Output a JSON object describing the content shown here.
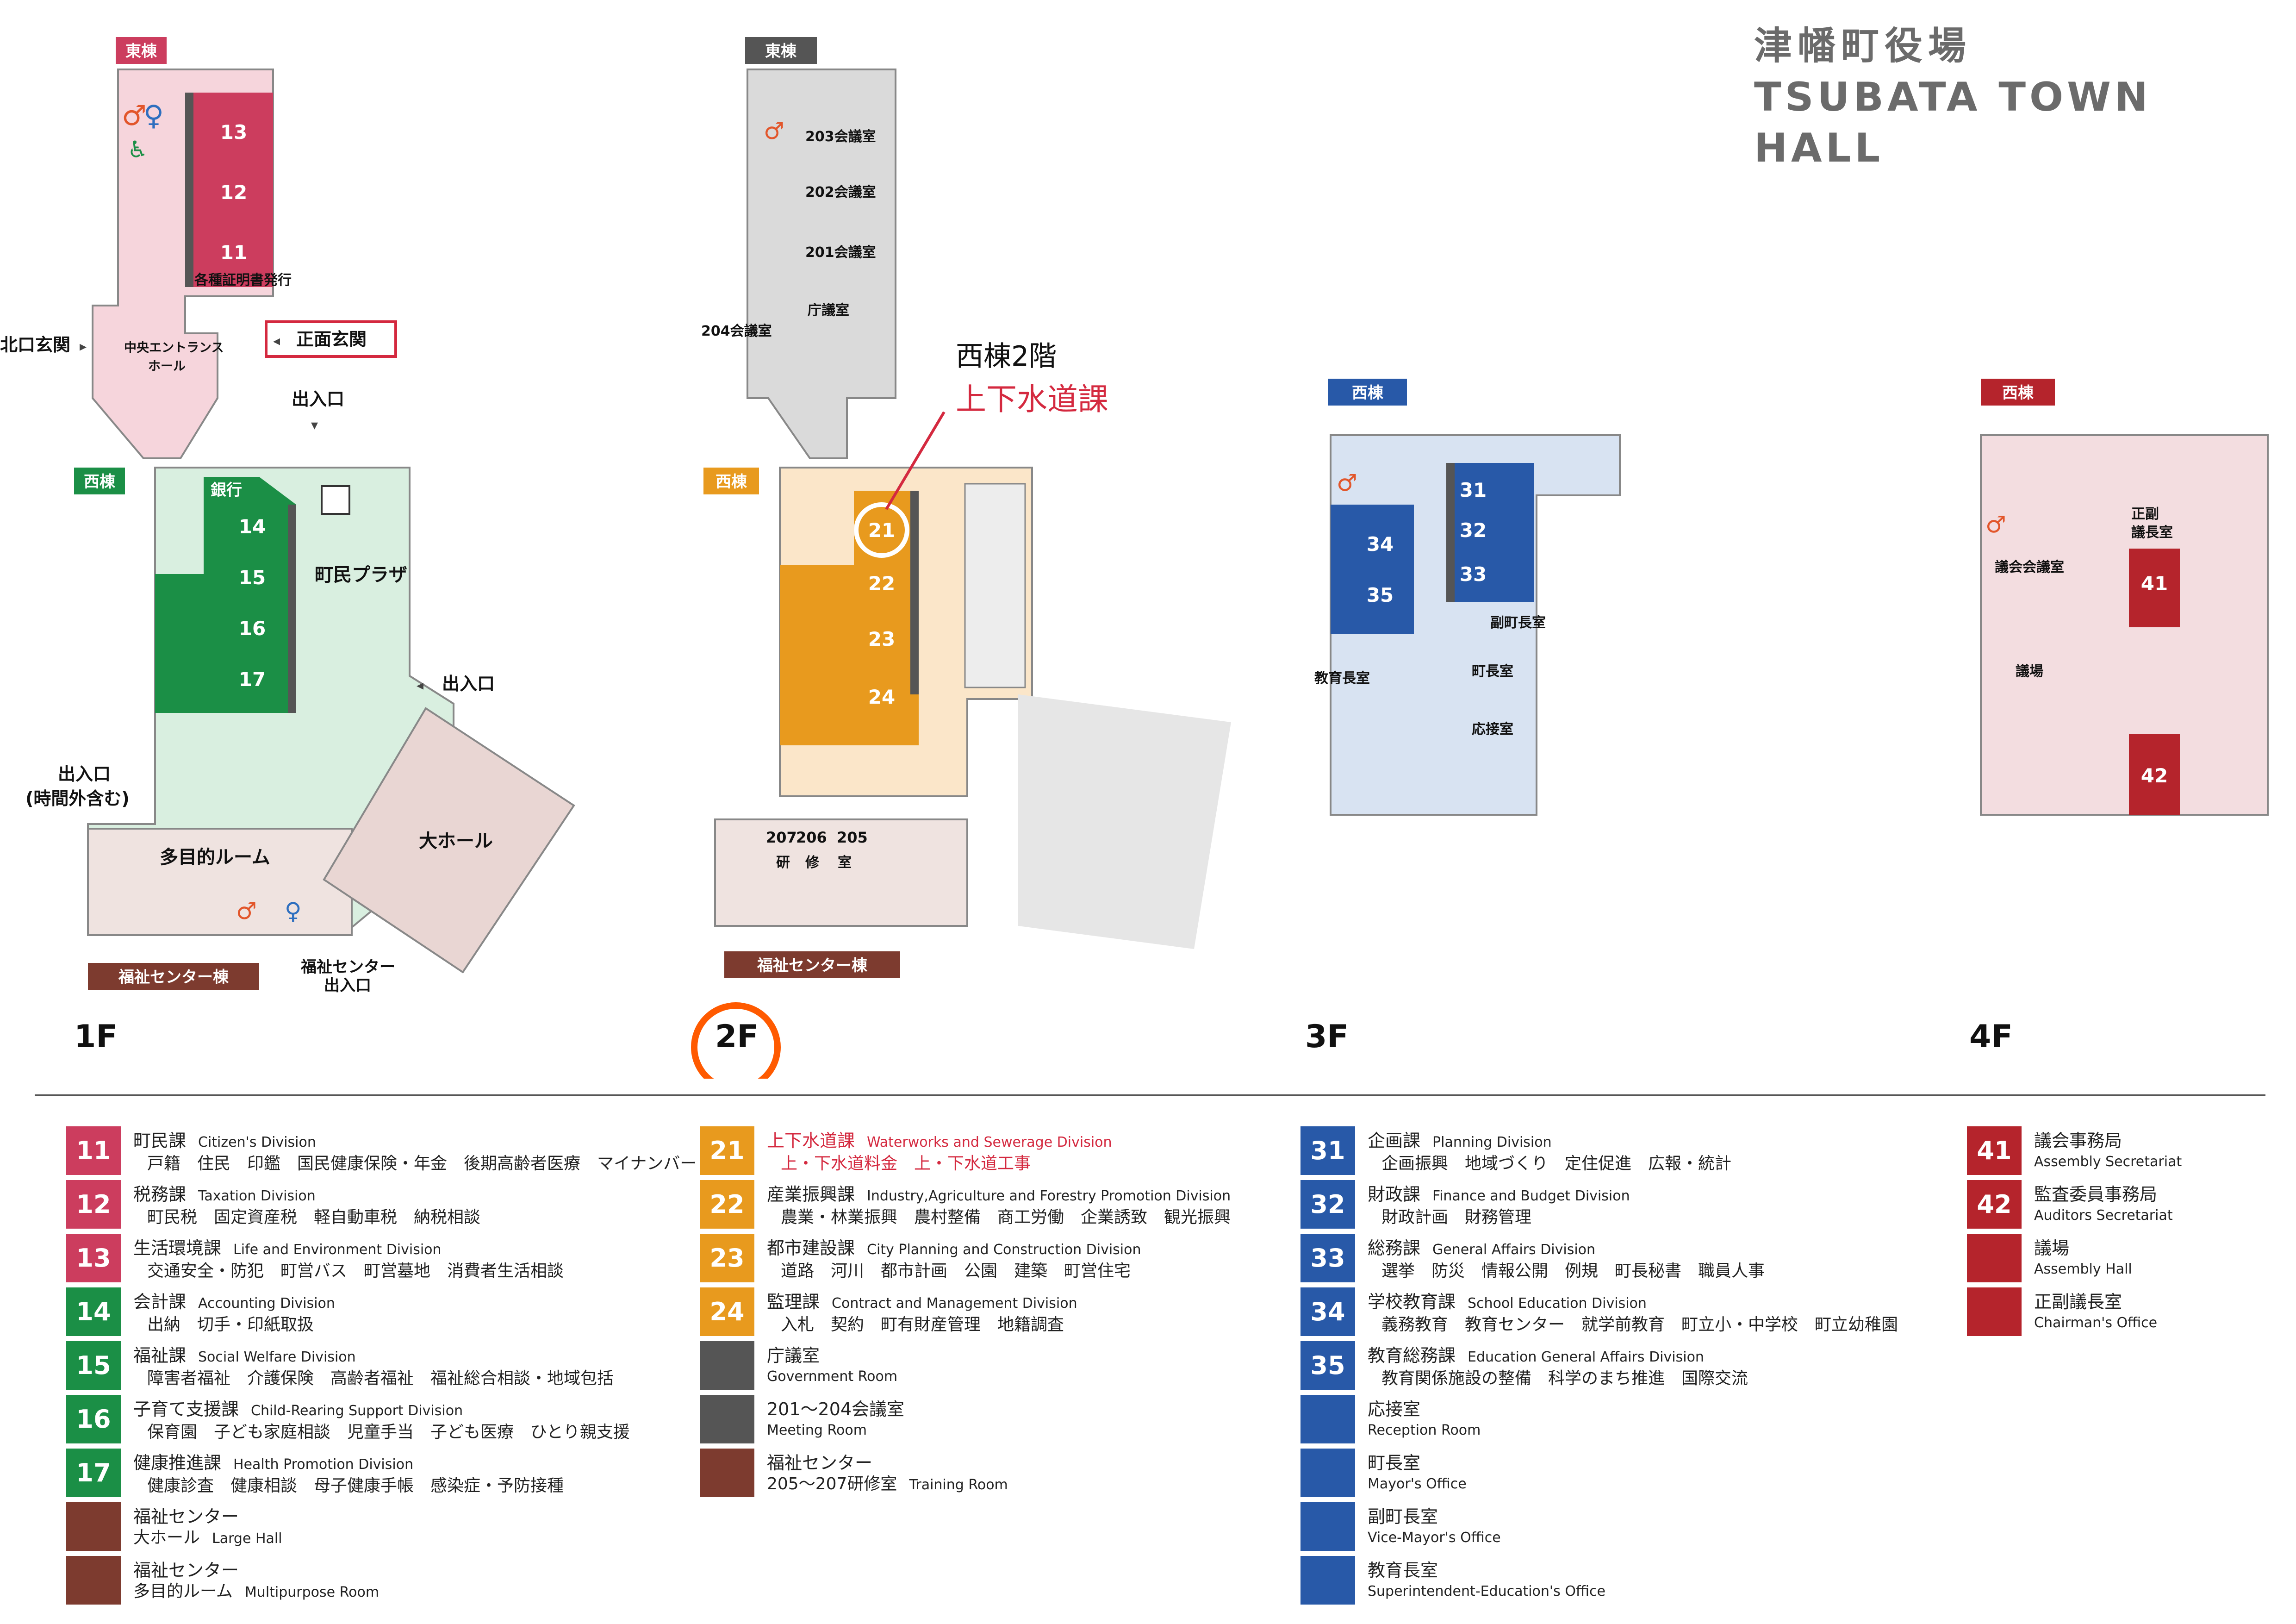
{
  "title": {
    "jp": "津幡町役場",
    "en": "TSUBATA TOWN HALL"
  },
  "colors": {
    "pink_block": "#cc3d5e",
    "green_block": "#1b8f46",
    "orange_block": "#e89a1e",
    "gray_block": "#555555",
    "brown_block": "#7d3b2f",
    "blue_block": "#2859a8",
    "red_block": "#b5242c",
    "highlight_ring": "#ff5a00",
    "highlight_text": "#d4293f"
  },
  "floors": {
    "f1": "1F",
    "f2": "2F",
    "f3": "3F",
    "f4": "4F"
  },
  "plan1f": {
    "east": "東棟",
    "west": "西棟",
    "welfare": "福祉センター棟",
    "certs": "各種証明書発行",
    "north_entrance": "北口玄関",
    "main_entrance": "正面玄関",
    "central_hall_1": "中央エントランス",
    "central_hall_2": "ホール",
    "entrance": "出入口",
    "entrance_after1": "出入口",
    "entrance_after2": "(時間外含む)",
    "bank": "銀行",
    "plaza": "町民プラザ",
    "multi_room": "多目的ルーム",
    "large_hall": "大ホール",
    "welfare_entrance1": "福祉センター",
    "welfare_entrance2": "出入口",
    "nums": [
      "13",
      "12",
      "11",
      "14",
      "15",
      "16",
      "17"
    ]
  },
  "plan2f": {
    "east": "東棟",
    "west": "西棟",
    "welfare": "福祉センター棟",
    "r203": "203会議室",
    "r202": "202会議室",
    "r201": "201会議室",
    "gov": "庁議室",
    "r204": "204会議室",
    "callout_1": "西棟2階",
    "callout_2": "上下水道課",
    "nums": [
      "21",
      "22",
      "23",
      "24"
    ],
    "t207": "207",
    "t206": "206",
    "t205": "205",
    "tken": "研",
    "tshu": "修",
    "tshitsu": "室"
  },
  "plan3f": {
    "west": "西棟",
    "nums": [
      "31",
      "32",
      "33",
      "34",
      "35"
    ],
    "vice_mayor": "副町長室",
    "edu_head": "教育長室",
    "mayor": "町長室",
    "reception": "応接室"
  },
  "plan4f": {
    "west": "西棟",
    "nums": [
      "41",
      "42"
    ],
    "chair_1": "正副",
    "chair_2": "議長室",
    "assembly_meeting": "議会会議室",
    "assembly_hall": "議場"
  },
  "legend": {
    "col1": [
      {
        "num": "11",
        "l1": "町民課",
        "en": "Citizen's Division",
        "l2": "戸籍　住民　印鑑　国民健康保険・年金　後期高齢者医療　マイナンバー",
        "color": "#cc3d5e"
      },
      {
        "num": "12",
        "l1": "税務課",
        "en": "Taxation Division",
        "l2": "町民税　固定資産税　軽自動車税　納税相談",
        "color": "#cc3d5e"
      },
      {
        "num": "13",
        "l1": "生活環境課",
        "en": "Life and Environment Division",
        "l2": "交通安全・防犯　町営バス　町営墓地　消費者生活相談",
        "color": "#cc3d5e"
      },
      {
        "num": "14",
        "l1": "会計課",
        "en": "Accounting Division",
        "l2": "出納　切手・印紙取扱",
        "color": "#1b8f46"
      },
      {
        "num": "15",
        "l1": "福祉課",
        "en": "Social Welfare Division",
        "l2": "障害者福祉　介護保険　高齢者福祉　福祉総合相談・地域包括",
        "color": "#1b8f46"
      },
      {
        "num": "16",
        "l1": "子育て支援課",
        "en": "Child-Rearing Support Division",
        "l2": "保育園　子ども家庭相談　児童手当　子ども医療　ひとり親支援",
        "color": "#1b8f46"
      },
      {
        "num": "17",
        "l1": "健康推進課",
        "en": "Health Promotion Division",
        "l2": "健康診査　健康相談　母子健康手帳　感染症・予防接種",
        "color": "#1b8f46"
      },
      {
        "num": "",
        "l1": "福祉センター",
        "en": "",
        "l2": "大ホール",
        "l2en": "Large Hall",
        "color": "#7d3b2f"
      },
      {
        "num": "",
        "l1": "福祉センター",
        "en": "",
        "l2": "多目的ルーム",
        "l2en": "Multipurpose Room",
        "color": "#7d3b2f"
      }
    ],
    "col2": [
      {
        "num": "21",
        "l1": "上下水道課",
        "en": "Waterworks and Sewerage Division",
        "l2": "上・下水道料金　上・下水道工事",
        "color": "#e89a1e",
        "highlight": true
      },
      {
        "num": "22",
        "l1": "産業振興課",
        "en": "Industry,Agriculture and Forestry Promotion Division",
        "l2": "農業・林業振興　農村整備　商工労働　企業誘致　観光振興",
        "color": "#e89a1e"
      },
      {
        "num": "23",
        "l1": "都市建設課",
        "en": "City Planning and Construction Division",
        "l2": "道路　河川　都市計画　公園　建築　町営住宅",
        "color": "#e89a1e"
      },
      {
        "num": "24",
        "l1": "監理課",
        "en": "Contract and Management Division",
        "l2": "入札　契約　町有財産管理　地籍調査",
        "color": "#e89a1e"
      },
      {
        "num": "",
        "l1": "庁議室",
        "en": "",
        "l2": "Government Room",
        "color": "#555555",
        "small": true
      },
      {
        "num": "",
        "l1": "201～204会議室",
        "en": "",
        "l2": "Meeting Room",
        "color": "#555555",
        "small": true
      },
      {
        "num": "",
        "l1": "福祉センター",
        "en": "",
        "l2": "205～207研修室",
        "l2en": "Training Room",
        "color": "#7d3b2f"
      }
    ],
    "col3": [
      {
        "num": "31",
        "l1": "企画課",
        "en": "Planning Division",
        "l2": "企画振興　地域づくり　定住促進　広報・統計",
        "color": "#2859a8"
      },
      {
        "num": "32",
        "l1": "財政課",
        "en": "Finance and Budget Division",
        "l2": "財政計画　財務管理",
        "color": "#2859a8"
      },
      {
        "num": "33",
        "l1": "総務課",
        "en": "General Affairs Division",
        "l2": "選挙　防災　情報公開　例規　町長秘書　職員人事",
        "color": "#2859a8"
      },
      {
        "num": "34",
        "l1": "学校教育課",
        "en": "School Education Division",
        "l2": "義務教育　教育センター　就学前教育　町立小・中学校　町立幼稚園",
        "color": "#2859a8"
      },
      {
        "num": "35",
        "l1": "教育総務課",
        "en": "Education General Affairs Division",
        "l2": "教育関係施設の整備　科学のまち推進　国際交流",
        "color": "#2859a8"
      },
      {
        "num": "",
        "l1": "応接室",
        "en": "",
        "l2": "Reception Room",
        "color": "#2859a8",
        "small": true
      },
      {
        "num": "",
        "l1": "町長室",
        "en": "",
        "l2": "Mayor's Office",
        "color": "#2859a8",
        "small": true
      },
      {
        "num": "",
        "l1": "副町長室",
        "en": "",
        "l2": "Vice-Mayor's Office",
        "color": "#2859a8",
        "small": true
      },
      {
        "num": "",
        "l1": "教育長室",
        "en": "",
        "l2": "Superintendent-Education's Office",
        "color": "#2859a8",
        "small": true
      }
    ],
    "col4": [
      {
        "num": "41",
        "l1": "議会事務局",
        "en": "",
        "l2": "Assembly Secretariat",
        "color": "#b5242c",
        "small": true
      },
      {
        "num": "42",
        "l1": "監査委員事務局",
        "en": "",
        "l2": "Auditors Secretariat",
        "color": "#b5242c",
        "small": true
      },
      {
        "num": "",
        "l1": "議場",
        "en": "",
        "l2": "Assembly Hall",
        "color": "#b5242c",
        "small": true
      },
      {
        "num": "",
        "l1": "正副議長室",
        "en": "",
        "l2": "Chairman's Office",
        "color": "#b5242c",
        "small": true
      }
    ]
  }
}
